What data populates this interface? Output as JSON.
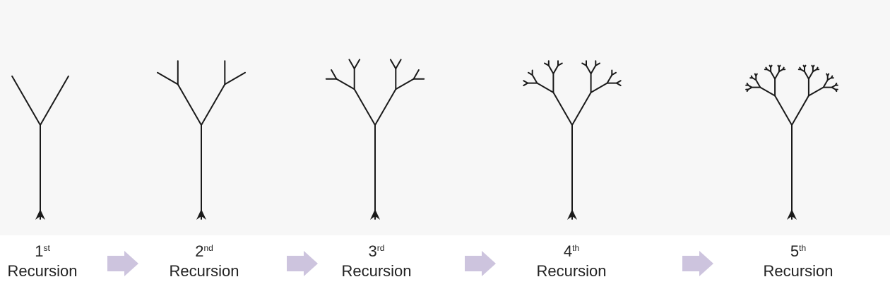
{
  "colors": {
    "canvas_background": "#f7f7f7",
    "branch": "#1a1a1a",
    "arrow": "#cdc4de",
    "text": "#222222"
  },
  "steps": [
    {
      "number": "1",
      "suffix": "st",
      "word": "Recursion",
      "depth": 1
    },
    {
      "number": "2",
      "suffix": "nd",
      "word": "Recursion",
      "depth": 2
    },
    {
      "number": "3",
      "suffix": "rd",
      "word": "Recursion",
      "depth": 3
    },
    {
      "number": "4",
      "suffix": "th",
      "word": "Recursion",
      "depth": 4
    },
    {
      "number": "5",
      "suffix": "th",
      "word": "Recursion",
      "depth": 5
    }
  ],
  "arrow_icon": "right-arrow-icon"
}
